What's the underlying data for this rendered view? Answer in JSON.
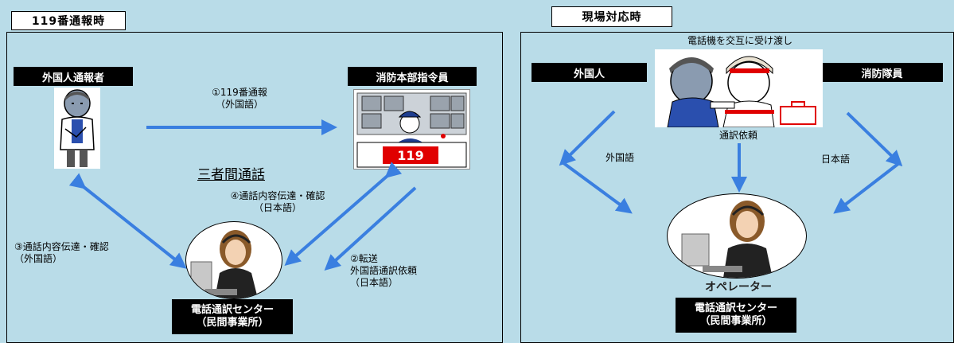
{
  "left_panel": {
    "title": "119番通報時",
    "reporter_label": "外国人通報者",
    "dispatcher_label": "消防本部指令員",
    "three_party": "三者間通話",
    "monitor_119": "119",
    "step1": "①119番通報\n（外国語）",
    "step2": "②転送\n外国語通訳依頼\n（日本語）",
    "step3": "③通話内容伝達・確認\n（外国語）",
    "step4": "④通話内容伝達・確認\n（日本語）",
    "center_label": "電話通訳センター\n（民間事業所）"
  },
  "right_panel": {
    "title": "現場対応時",
    "handover": "電話機を交互に受け渡し",
    "foreigner_label": "外国人",
    "firefighter_label": "消防隊員",
    "request": "通訳依頼",
    "lang_foreign": "外国語",
    "lang_japanese": "日本語",
    "operator": "オペレーター",
    "center_label": "電話通訳センター\n（民間事業所）"
  },
  "colors": {
    "background": "#b9dce8",
    "arrow": "#3a7fe0",
    "label_bg": "#000000",
    "red": "#e00000"
  }
}
